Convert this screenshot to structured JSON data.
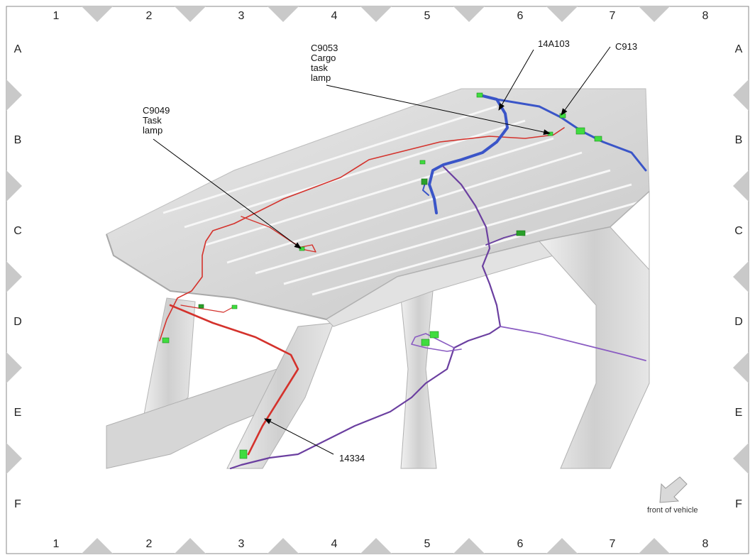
{
  "grid": {
    "columns": [
      "1",
      "2",
      "3",
      "4",
      "5",
      "6",
      "7",
      "8"
    ],
    "rows": [
      "A",
      "B",
      "C",
      "D",
      "E",
      "F"
    ]
  },
  "callouts": {
    "c9049": [
      "C9049",
      "Task",
      "lamp"
    ],
    "c9053": [
      "C9053",
      "Cargo",
      "task",
      "lamp"
    ],
    "w14a103": "14A103",
    "c913": "C913",
    "w14334": "14334"
  },
  "orientation": {
    "label": "front of vehicle",
    "icon": "front-arrow-icon"
  },
  "colors": {
    "border_marker": "#c9c9c9",
    "roof": "#dcdcdc",
    "harness_red": "#d4322c",
    "harness_blue": "#3a55c8",
    "harness_purple": "#6b3fa0",
    "connector_green": "#3fdc3f"
  }
}
